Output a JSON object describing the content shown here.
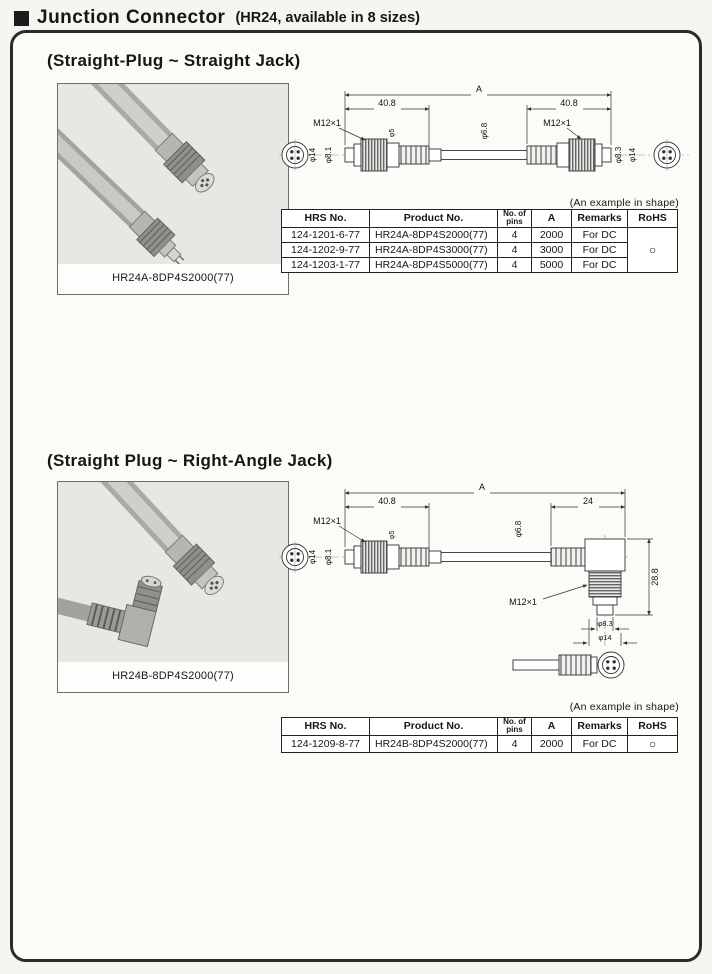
{
  "page": {
    "title": "Junction Connector",
    "subtitle": "(HR24, available in 8 sizes)"
  },
  "sections": [
    {
      "heading": "(Straight-Plug ~ Straight Jack)",
      "photo_caption": "HR24A-8DP4S2000(77)",
      "shape_note": "(An example in shape)",
      "dims": {
        "overall": "A",
        "left_length": "40.8",
        "right_length": "40.8",
        "thread_left": "M12×1",
        "thread_right": "M12×1",
        "cable_dia": "φ6.8",
        "body_dia_left": "φ14",
        "tip_dia_left": "φ8.1",
        "inner_dia": "φ5",
        "tip_dia_right": "φ8.3",
        "body_dia_right": "φ14"
      },
      "table": {
        "headers": [
          "HRS No.",
          "Product No.",
          "No. of pins",
          "A",
          "Remarks",
          "RoHS"
        ],
        "rows": [
          [
            "124-1201-6-77",
            "HR24A-8DP4S2000(77)",
            "4",
            "2000",
            "For DC"
          ],
          [
            "124-1202-9-77",
            "HR24A-8DP4S3000(77)",
            "4",
            "3000",
            "For DC"
          ],
          [
            "124-1203-1-77",
            "HR24A-8DP4S5000(77)",
            "4",
            "5000",
            "For DC"
          ]
        ],
        "rohs": "○"
      }
    },
    {
      "heading": "(Straight Plug ~ Right-Angle Jack)",
      "photo_caption": "HR24B-8DP4S2000(77)",
      "shape_note": "(An example in shape)",
      "dims": {
        "overall": "A",
        "left_length": "40.8",
        "right_length": "24",
        "thread_left": "M12×1",
        "thread_elbow": "M12×1",
        "cable_dia": "φ6.8",
        "body_dia_left": "φ14",
        "tip_dia_left": "φ8.1",
        "inner_dia": "φ5",
        "elbow_height": "28.8",
        "tip_dia_elbow": "φ8.3",
        "body_dia_elbow": "φ14"
      },
      "table": {
        "headers": [
          "HRS No.",
          "Product No.",
          "No. of pins",
          "A",
          "Remarks",
          "RoHS"
        ],
        "rows": [
          [
            "124-1209-8-77",
            "HR24B-8DP4S2000(77)",
            "4",
            "2000",
            "For DC",
            "○"
          ]
        ]
      }
    }
  ]
}
